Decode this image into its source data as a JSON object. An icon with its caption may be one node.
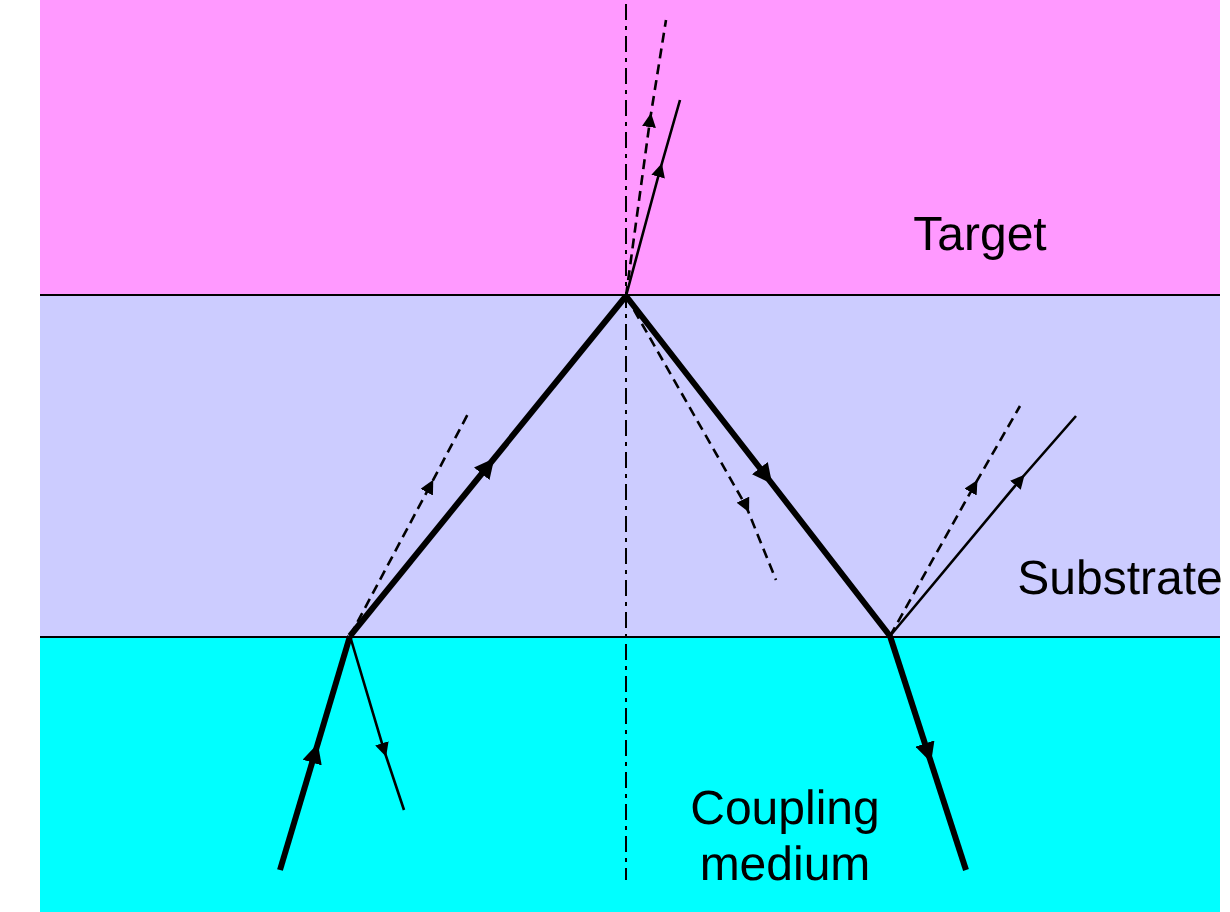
{
  "diagram": {
    "nodes": [
      {
        "text": [
          "Target"
        ]
      },
      {
        "text": [
          "Substrate"
        ]
      },
      {
        "text": [
          "Coupling medium"
        ]
      }
    ]
  }
}
